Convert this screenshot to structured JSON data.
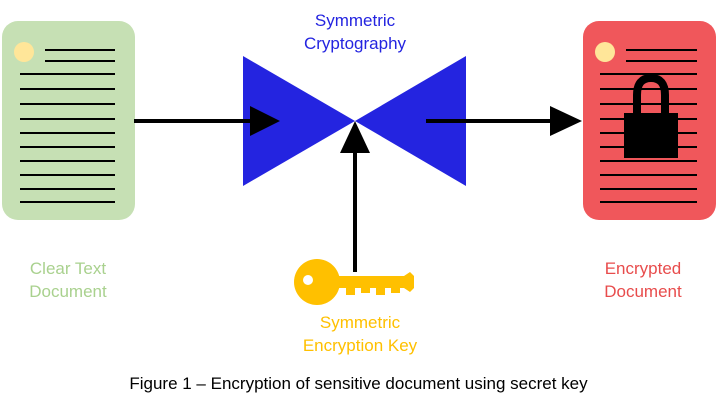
{
  "colors": {
    "clear_doc_fill": "#c6e0b4",
    "clear_text": "#a9d18e",
    "encrypted_doc_fill": "#f0575b",
    "encrypted_text": "#e84c4c",
    "crypto_shape": "#2424e0",
    "crypto_text": "#2424e0",
    "key": "#ffc000",
    "key_text": "#ffc000",
    "dot": "#ffe699",
    "arrow": "#000000"
  },
  "icons": {
    "clear_document": "document-icon",
    "encrypted_document": "document-icon",
    "lock": "padlock-icon",
    "key": "key-icon",
    "cryptography": "bowtie-shape"
  },
  "labels": {
    "clear_doc": [
      "Clear Text",
      "Document"
    ],
    "encrypted_doc": [
      "Encrypted",
      "Document"
    ],
    "crypto": [
      "Symmetric",
      "Cryptography"
    ],
    "key": [
      "Symmetric",
      "Encryption Key"
    ]
  },
  "caption": "Figure 1 – Encryption of sensitive document using secret key"
}
